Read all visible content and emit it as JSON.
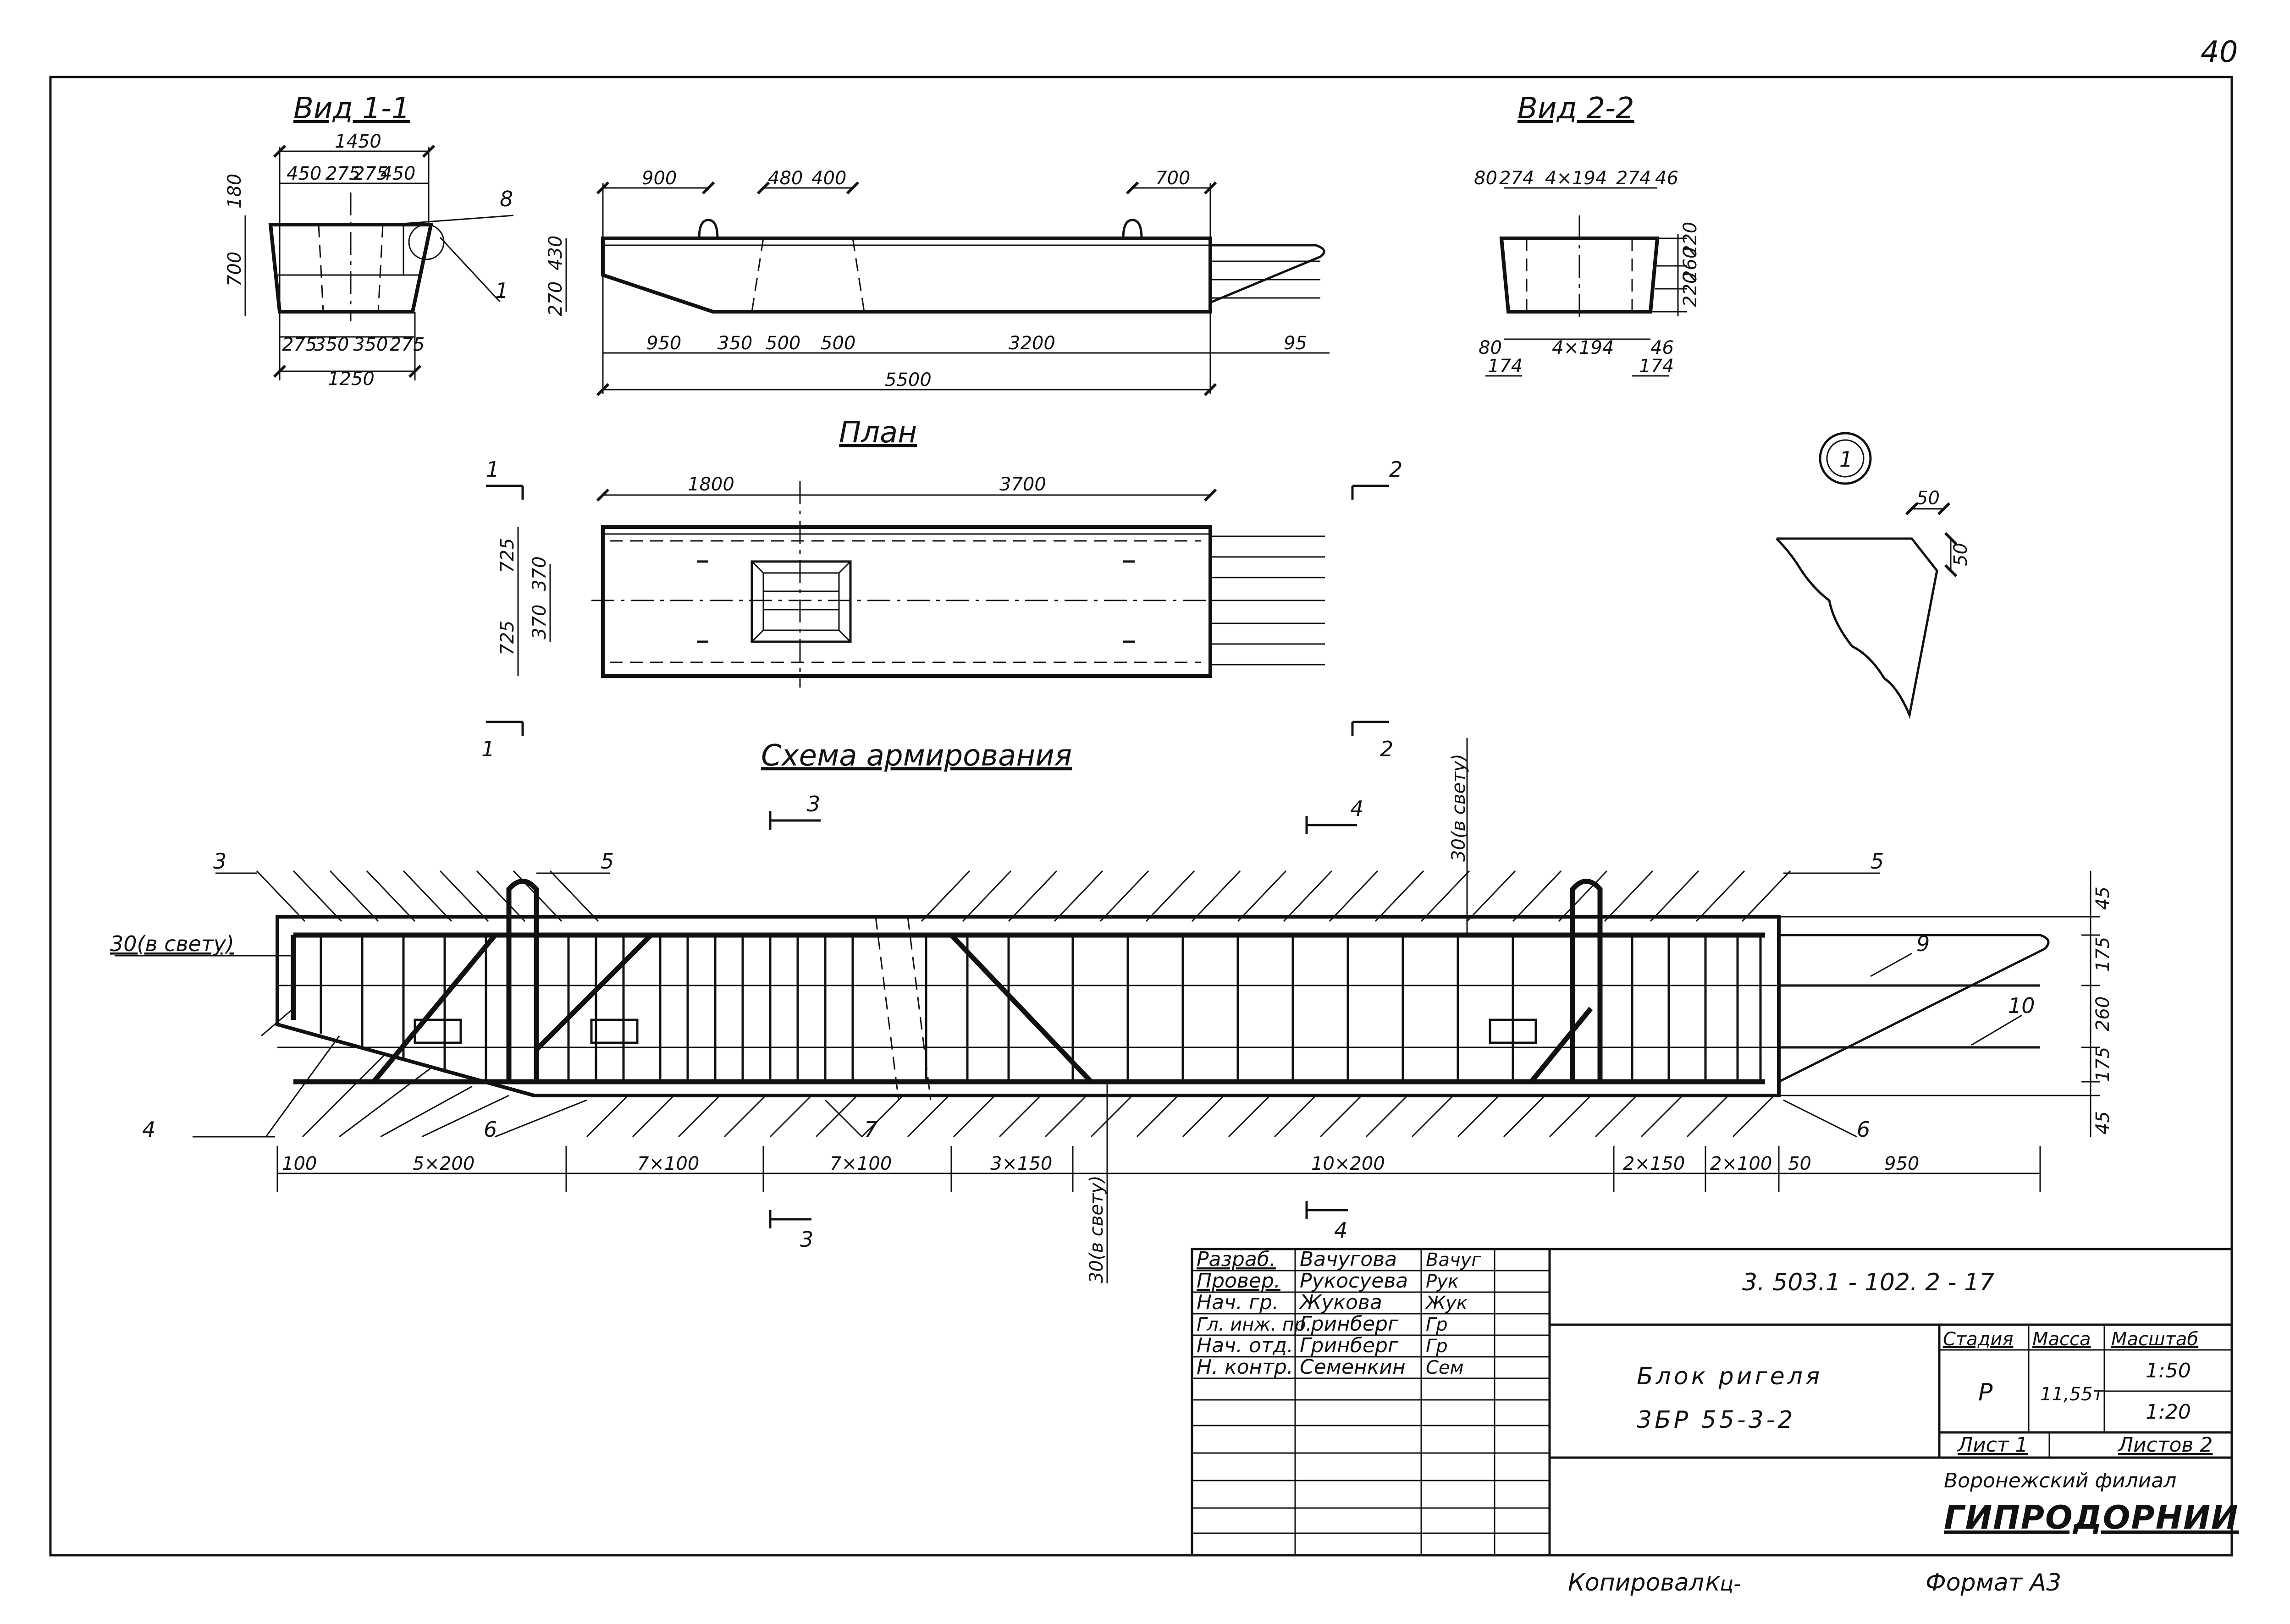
{
  "page_number": "40",
  "views": {
    "view_1_1": {
      "title": "Вид 1-1",
      "dims_top": [
        "1450",
        "450",
        "275",
        "275",
        "450"
      ],
      "dims_bottom": [
        "275",
        "350",
        "350",
        "275",
        "1250"
      ],
      "dims_left": [
        "180",
        "700"
      ],
      "marks": [
        "8",
        "1"
      ]
    },
    "elevation": {
      "dims_top": [
        "900",
        "480",
        "400",
        "700"
      ],
      "dims_left": [
        "270",
        "430"
      ],
      "dims_bottom": [
        "950",
        "350",
        "500",
        "500",
        "3200",
        "95",
        "5500"
      ]
    },
    "view_2_2": {
      "title": "Вид 2-2",
      "dims_top": [
        "80",
        "274",
        "4×194",
        "274",
        "46"
      ],
      "dims_right": [
        "220",
        "260",
        "220"
      ],
      "dims_bottom": [
        "80",
        "4×194",
        "46",
        "174",
        "174"
      ]
    },
    "plan": {
      "title": "План",
      "dims_top": [
        "1800",
        "3700"
      ],
      "dims_left": [
        "725",
        "725",
        "370",
        "370"
      ],
      "section_marks": [
        "1",
        "1",
        "2",
        "2"
      ]
    },
    "detail_1": {
      "label": "1",
      "dims": [
        "50",
        "50"
      ]
    },
    "reinforcement": {
      "title": "Схема армирования",
      "section_marks": [
        "3",
        "3",
        "4",
        "4"
      ],
      "position_marks": [
        "3",
        "5",
        "5",
        "4",
        "6",
        "7",
        "6",
        "9",
        "10"
      ],
      "clear_notes": [
        "30(в свету)",
        "30(в свету)",
        "30(в свету)"
      ],
      "dims_right": [
        "45",
        "175",
        "260",
        "175",
        "45"
      ],
      "dims_bottom": [
        "100",
        "5×200",
        "7×100",
        "7×100",
        "3×150",
        "10×200",
        "2×150",
        "2×100",
        "50",
        "950"
      ]
    }
  },
  "title_block": {
    "rows": [
      {
        "role": "Разраб.",
        "name": "Вачугова",
        "sign": "Вачуг"
      },
      {
        "role": "Провер.",
        "name": "Рукосуева",
        "sign": "Рук"
      },
      {
        "role": "Нач. гр.",
        "name": "Жукова",
        "sign": "Жук"
      },
      {
        "role": "Гл. инж. пр.",
        "name": "Гринберг",
        "sign": "Гр"
      },
      {
        "role": "Нач. отд.",
        "name": "Гринберг",
        "sign": "Гр"
      },
      {
        "role": "Н. контр.",
        "name": "Семенкин",
        "sign": "Сем"
      }
    ],
    "doc_code": "3. 503.1 - 102. 2 - 17",
    "name_line1": "Блок ригеля",
    "name_line2": "3БР 55-3-2",
    "stage_label": "Стадия",
    "mass_label": "Масса",
    "scale_label": "Масштаб",
    "stage": "Р",
    "mass": "11,55т",
    "scale_1": "1:50",
    "scale_2": "1:20",
    "sheet": "Лист 1",
    "sheets": "Листов 2",
    "org_line1": "Воронежский филиал",
    "org_line2": "ГИПРОДОРНИИ"
  },
  "footer": {
    "copied": "Копировал",
    "copied_sign": "Кц-",
    "format": "Формат  А3"
  }
}
